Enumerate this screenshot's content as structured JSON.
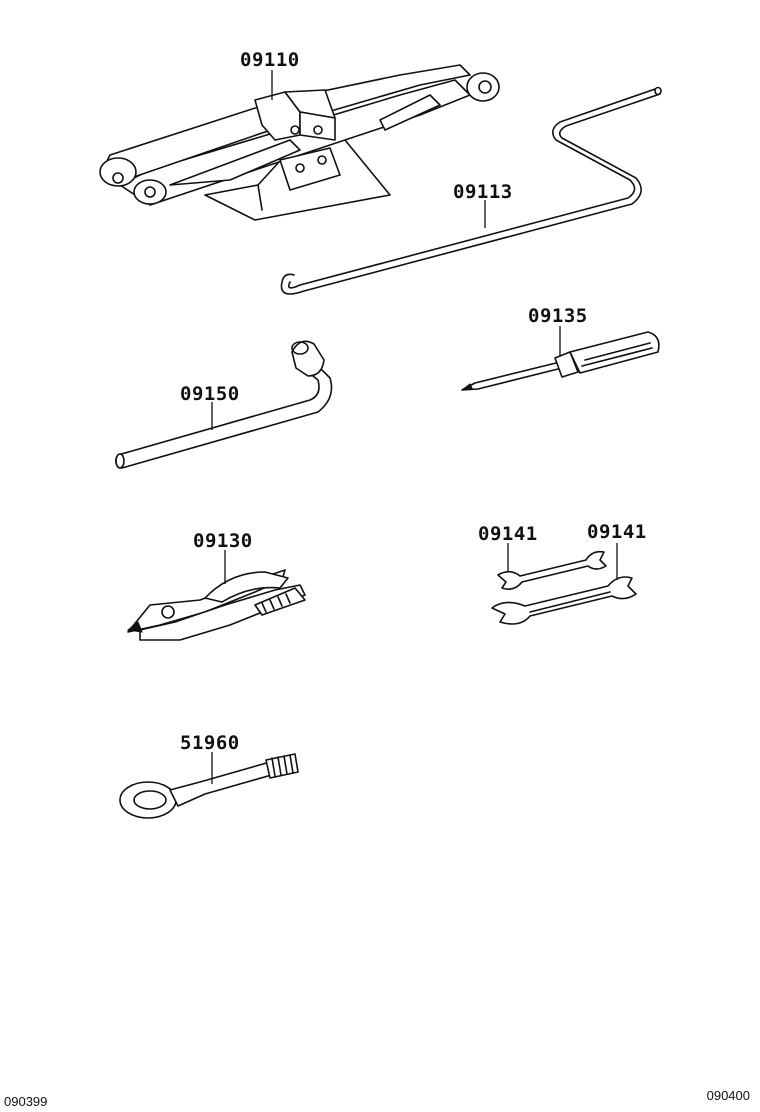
{
  "parts": [
    {
      "id": "jack",
      "number": "09110"
    },
    {
      "id": "jack-handle",
      "number": "09113"
    },
    {
      "id": "screwdriver",
      "number": "09135"
    },
    {
      "id": "wheel-nut-wrench",
      "number": "09150"
    },
    {
      "id": "pliers",
      "number": "09130"
    },
    {
      "id": "spanner-small",
      "number": "09141"
    },
    {
      "id": "spanner-large",
      "number": "09141"
    },
    {
      "id": "towing-eye",
      "number": "51960"
    }
  ],
  "footer": {
    "left_code": "090399",
    "right_code": "090400"
  }
}
